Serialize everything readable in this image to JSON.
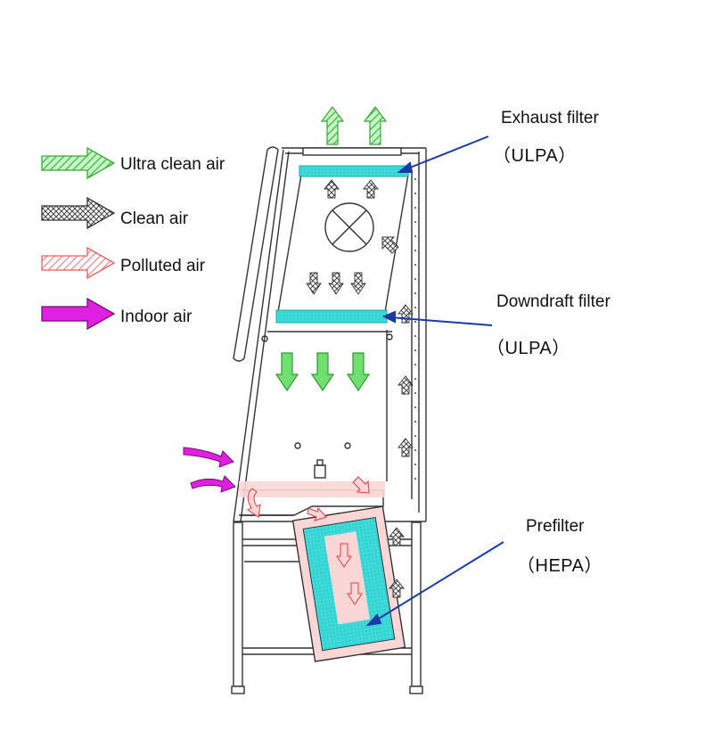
{
  "legend": [
    {
      "label": "Ultra clean air",
      "icon": "hatched-green-arrow-icon",
      "color": "#5fd35f"
    },
    {
      "label": "Clean air",
      "icon": "crosshatched-gray-arrow-icon",
      "color": "#555555"
    },
    {
      "label": "Polluted air",
      "icon": "hatched-red-arrow-icon",
      "color": "#f26b6b"
    },
    {
      "label": "Indoor air",
      "icon": "magenta-arrow-icon",
      "color": "#e020e0"
    }
  ],
  "callouts": {
    "exhaust": {
      "title": "Exhaust filter",
      "sub": "（ULPA）"
    },
    "downdraft": {
      "title": "Downdraft filter",
      "sub": "（ULPA）"
    },
    "prefilter": {
      "title": "Prefilter",
      "sub": "（HEPA）"
    }
  },
  "colors": {
    "filter": "#3fdede",
    "pointer": "#1a3aa8",
    "outline": "#333333",
    "polluted_zone": "#fbd6d6"
  }
}
